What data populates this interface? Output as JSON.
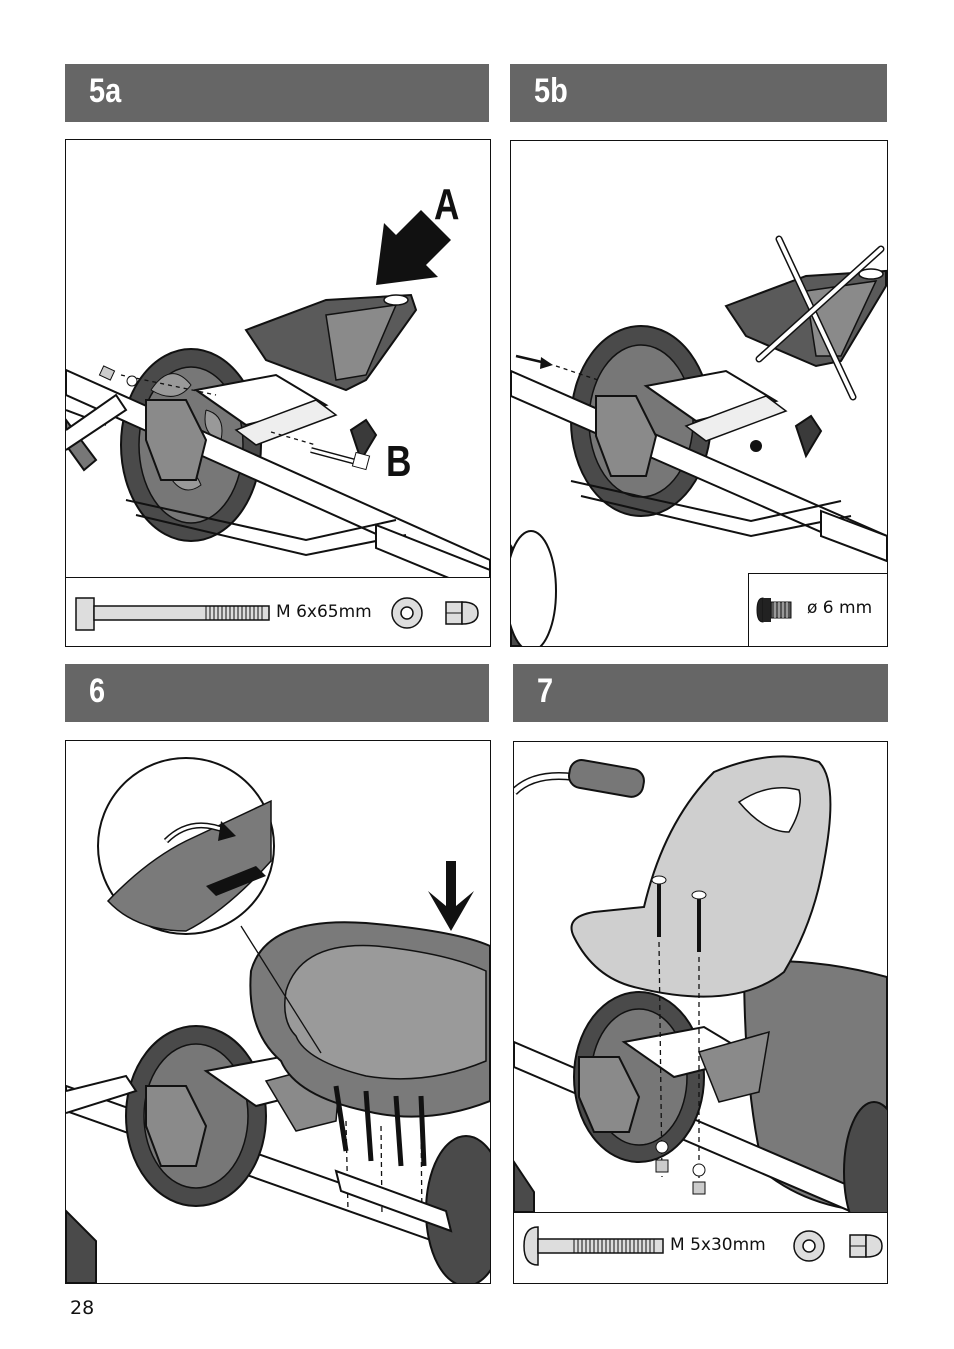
{
  "steps": {
    "s5a": {
      "label": "5a",
      "callout_a": "A",
      "callout_b": "B",
      "parts_label": "M 6x65mm"
    },
    "s5b": {
      "label": "5b",
      "parts_label": "ø 6 mm"
    },
    "s6": {
      "label": "6"
    },
    "s7": {
      "label": "7",
      "parts_label": "M 5x30mm"
    }
  },
  "page_number": "28",
  "colors": {
    "header": "#666666",
    "part_dark": "#5a5a5a",
    "part_mid": "#8a8a8a",
    "seat": "#cfcfcf"
  },
  "icons": [
    "bolt-icon",
    "washer-icon",
    "cap-nut-icon",
    "plug-icon",
    "down-arrow-icon",
    "cross-icon"
  ]
}
